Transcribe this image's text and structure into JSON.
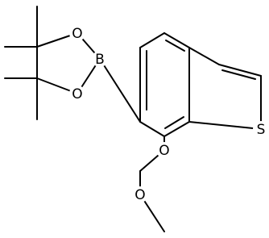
{
  "diagram": {
    "type": "chemical-structure",
    "atoms": {
      "boron": "B",
      "dioxaborolane_oxygen_top": "O",
      "dioxaborolane_oxygen_bottom": "O",
      "ether_oxygen": "O",
      "methoxy_oxygen": "O",
      "thiophene_sulfur": "S"
    }
  }
}
